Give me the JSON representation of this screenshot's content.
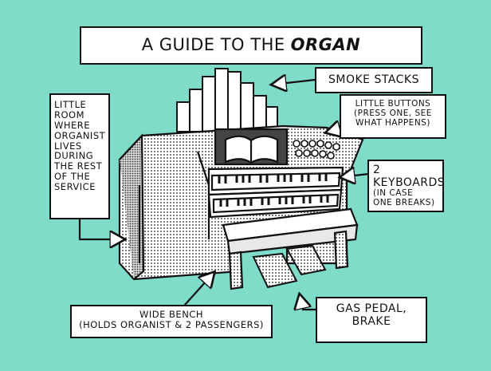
{
  "title": {
    "part1": "A GUIDE TO THE",
    "part2": "ORGAN"
  },
  "labels": {
    "little_room": [
      "LITTLE",
      "ROOM",
      "WHERE",
      "ORGANIST",
      "LIVES",
      "DURING",
      "THE REST",
      "OF THE",
      "SERVICE"
    ],
    "smoke_stacks": "SMOKE STACKS",
    "little_buttons": [
      "LITTLE BUTTONS",
      "(PRESS ONE, SEE",
      "WHAT HAPPENS)"
    ],
    "keyboards": [
      "2 KEYBOARDS",
      "(IN CASE",
      "ONE BREAKS)"
    ],
    "wide_bench": [
      "WIDE BENCH",
      "(HOLDS ORGANIST & 2 PASSENGERS)"
    ],
    "pedals": [
      "GAS PEDAL,",
      "BRAKE"
    ]
  },
  "colors": {
    "background": "#7fdcc9",
    "ink": "#111111",
    "paper": "#ffffff"
  }
}
